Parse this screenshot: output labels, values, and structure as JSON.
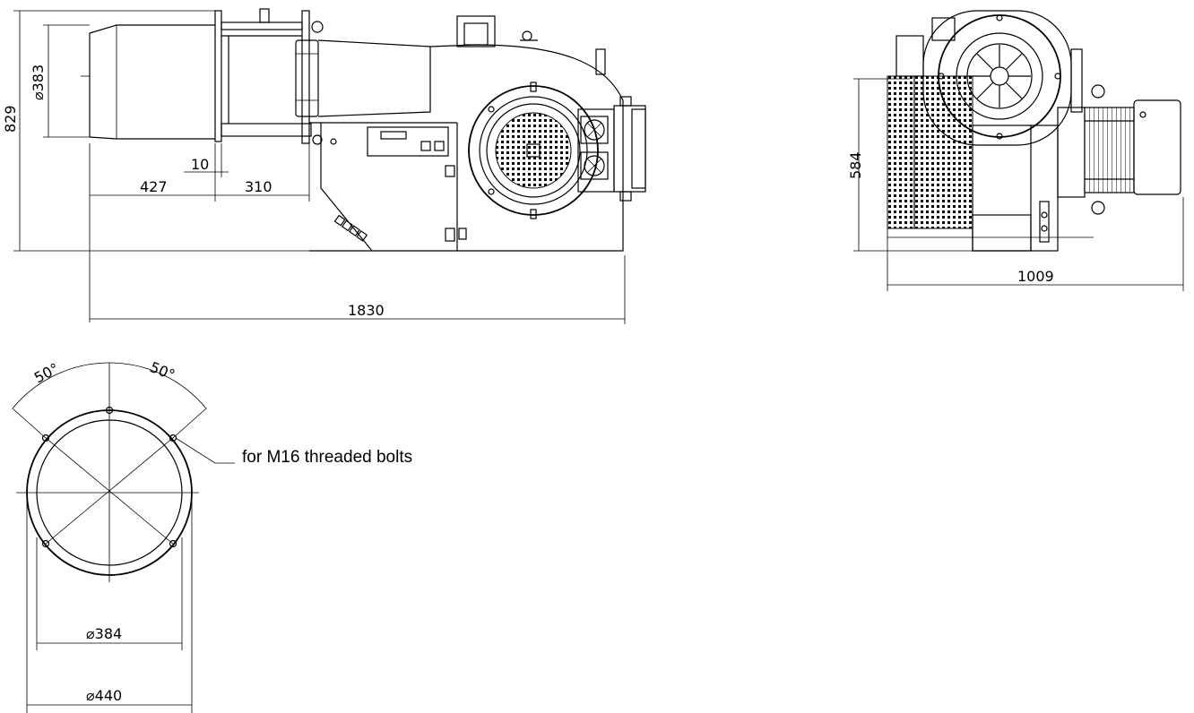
{
  "side_view": {
    "dim_overall_height": "829",
    "dim_tube_diameter": "⌀383",
    "dim_flange_gap": "10",
    "dim_tube_length": "427",
    "dim_flange_to_body": "310",
    "dim_overall_length": "1830"
  },
  "front_view": {
    "dim_height": "584",
    "dim_width": "1009"
  },
  "flange_view": {
    "angle_left": "50°",
    "angle_right": "50°",
    "bolt_note": "for M16 threaded bolts",
    "dim_inner_diameter": "⌀384",
    "dim_outer_diameter": "⌀440"
  }
}
